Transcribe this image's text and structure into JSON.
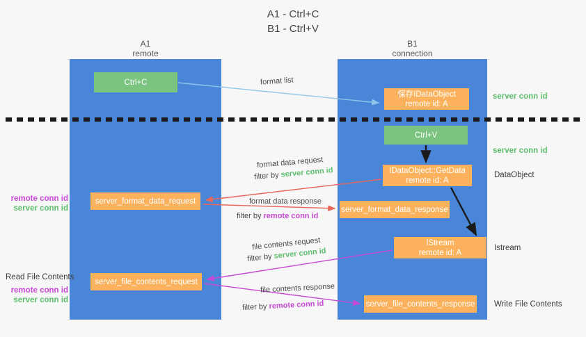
{
  "title": {
    "line1": "A1 - Ctrl+C",
    "line2": "B1 - Ctrl+V"
  },
  "columns": [
    {
      "name": "A1",
      "subtitle": "remote",
      "color": "#4a86d8"
    },
    {
      "name": "B1",
      "subtitle": "connection",
      "color": "#4a86d8"
    }
  ],
  "boxes": {
    "ctrl_c": {
      "label": "Ctrl+C",
      "color": "#7ac47f"
    },
    "ctrl_v": {
      "label": "Ctrl+V",
      "color": "#7ac47f"
    },
    "data_object_saved": {
      "line1": "保存IDataObject",
      "line2": "remote id: A",
      "color": "#fcb25c"
    },
    "get_data": {
      "line1": "IDataObject::GetData",
      "line2": "remote id: A",
      "color": "#fcb25c"
    },
    "istream": {
      "line1": "IStream",
      "line2": "remote id: A",
      "color": "#fcb25c"
    },
    "server_format_data_request": {
      "label": "server_format_data_request",
      "color": "#fcb25c"
    },
    "server_format_data_response": {
      "label": "server_format_data_response",
      "color": "#fcb25c"
    },
    "server_file_contents_request": {
      "label": "server_file_contents_request",
      "color": "#fcb25c"
    },
    "server_file_contents_response": {
      "label": "server_file_contents_response",
      "color": "#fcb25c"
    }
  },
  "edges": {
    "format_list": "format list",
    "format_data_request": "format data request",
    "format_data_request_filter_prefix": "filter by ",
    "format_data_request_filter_value": "server conn id",
    "format_data_response": "format data response",
    "format_data_response_filter_prefix": "filter by ",
    "format_data_response_filter_value": "remote conn id",
    "file_contents_request": "file contents request",
    "file_contents_request_filter_prefix": "filter by ",
    "file_contents_request_filter_value": "server conn id",
    "file_contents_response": "file contents response",
    "file_contents_response_filter_prefix": "filter by ",
    "file_contents_response_filter_value": "remote conn id"
  },
  "side_labels": {
    "server_conn_id_top": "server conn id",
    "server_conn_id_mid": "server conn id",
    "data_object": "DataObject",
    "istream": "Istream",
    "write_file_contents": "Write File Contents",
    "read_file_contents": "Read File Contents",
    "remote_conn_id": "remote conn id",
    "server_conn_id": "server conn id"
  },
  "colors": {
    "column_blue": "#4a86d8",
    "green_box": "#7ac47f",
    "orange_box": "#fcb25c",
    "green_text": "#5fbf6e",
    "magenta_text": "#c74ad4",
    "red_arrow": "#e8665a",
    "magenta_arrow": "#c74ad4",
    "blue_arrow": "#8ec6e8",
    "black_arrow": "#1a1a1a",
    "background": "#f7f7f7"
  }
}
